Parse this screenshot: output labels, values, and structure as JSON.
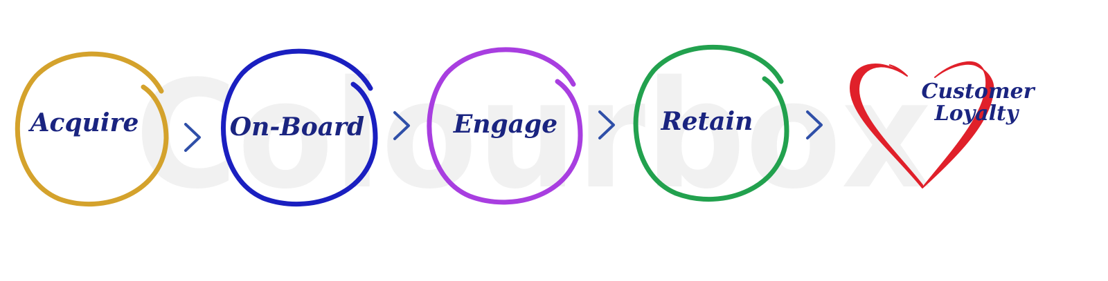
{
  "watermark": {
    "text": "Colourbox"
  },
  "text_color": "#1a2480",
  "arrow_color": "#2f4fa8",
  "watermark_color": "#f1f1f1",
  "steps": [
    {
      "label": "Acquire",
      "color": "#d4a22c"
    },
    {
      "label": "On-Board",
      "color": "#1a1fc0"
    },
    {
      "label": "Engage",
      "color": "#a83ee0"
    },
    {
      "label": "Retain",
      "color": "#22a14e"
    }
  ],
  "goal": {
    "line1": "Customer",
    "line2": "Loyalty",
    "color": "#e0202a",
    "icon": "heart-icon"
  },
  "arrow_icon": "chevron-right-icon"
}
